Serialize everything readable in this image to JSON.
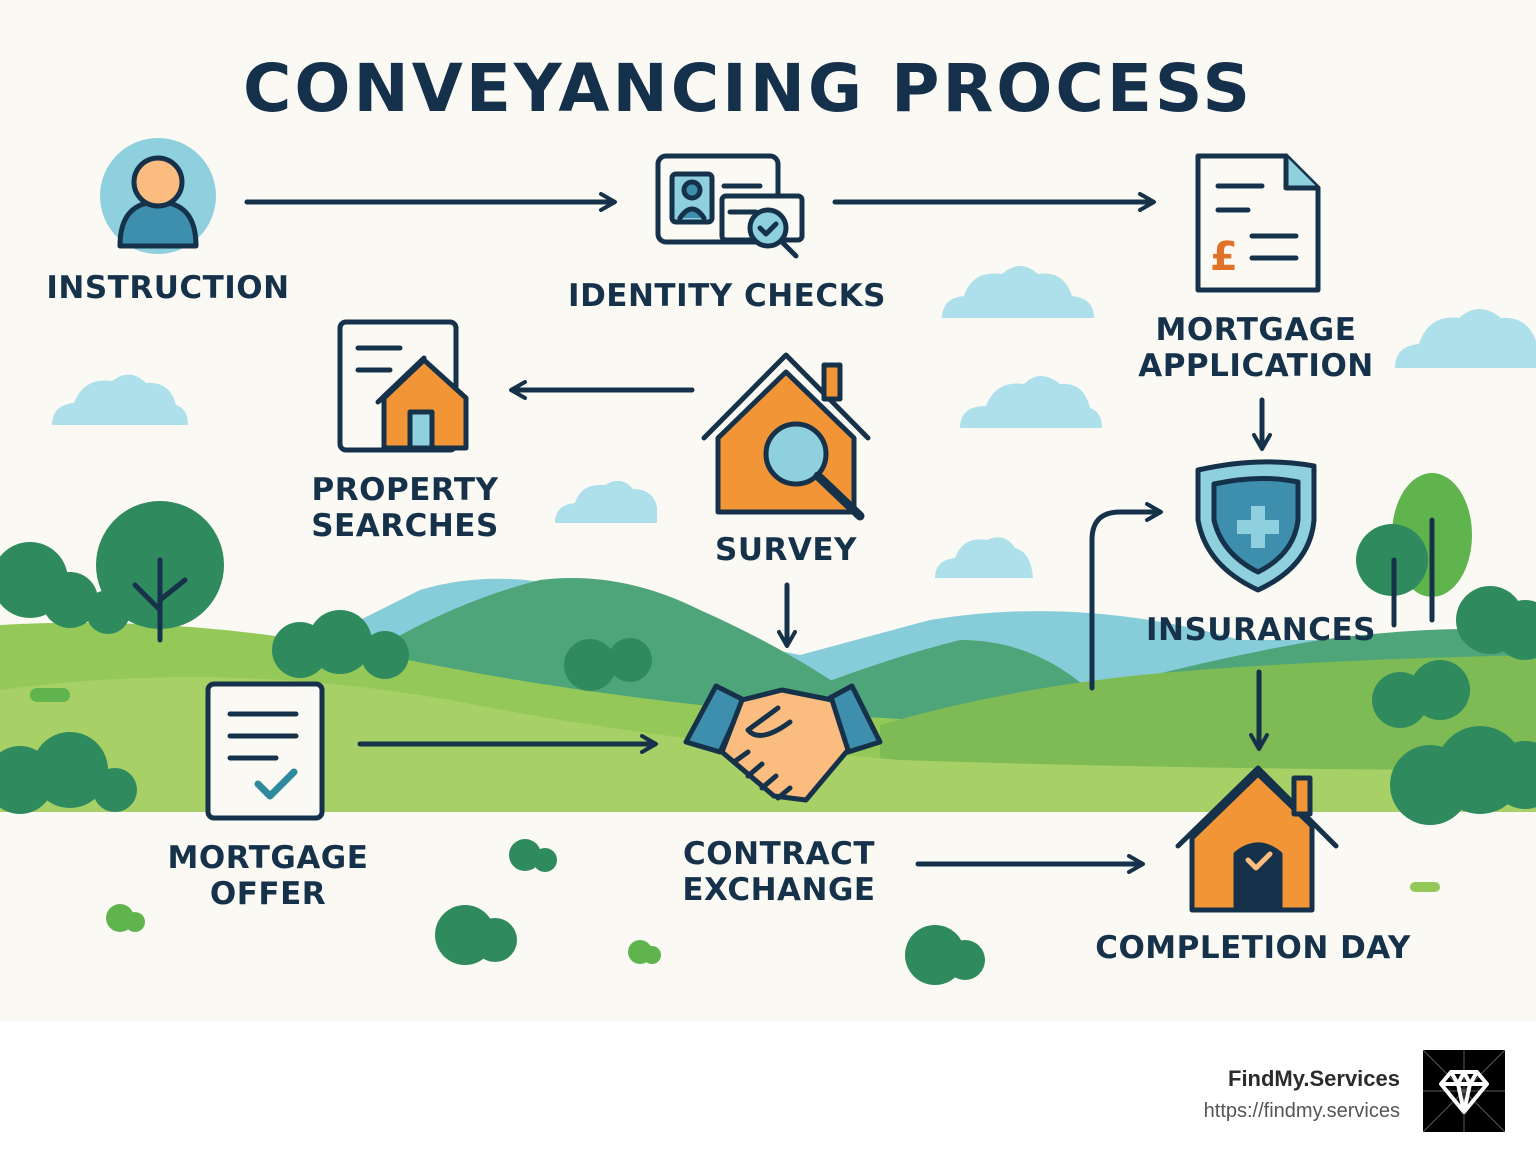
{
  "title": "CONVEYANCING PROCESS",
  "steps": {
    "instruction": "INSTRUCTION",
    "identity_checks": "IDENTITY CHECKS",
    "mortgage_application": [
      "MORTGAGE",
      "APPLICATION"
    ],
    "property_searches": [
      "PROPERTY",
      "SEARCHES"
    ],
    "survey": "SURVEY",
    "insurances": "INSURANCES",
    "mortgage_offer": [
      "MORTGAGE",
      "OFFER"
    ],
    "contract_exchange": [
      "CONTRACT",
      "EXCHANGE"
    ],
    "completion_day": "COMPLETION DAY"
  },
  "icons": {
    "instruction": "person-icon",
    "identity_checks": "id-card-check-icon",
    "mortgage_application": "document-pound-icon",
    "property_searches": "document-house-icon",
    "survey": "house-magnifier-icon",
    "insurances": "shield-plus-icon",
    "mortgage_offer": "document-check-icon",
    "contract_exchange": "handshake-icon",
    "completion_day": "house-check-icon"
  },
  "footer": {
    "brand": "FindMy.Services",
    "url": "https://findmy.services"
  },
  "colors": {
    "navy": "#16324a",
    "orange": "#f29537",
    "light_blue": "#8fd0de",
    "green": "#5fb44e",
    "dark_green": "#2f8a5e",
    "background": "#fbf9f3"
  }
}
